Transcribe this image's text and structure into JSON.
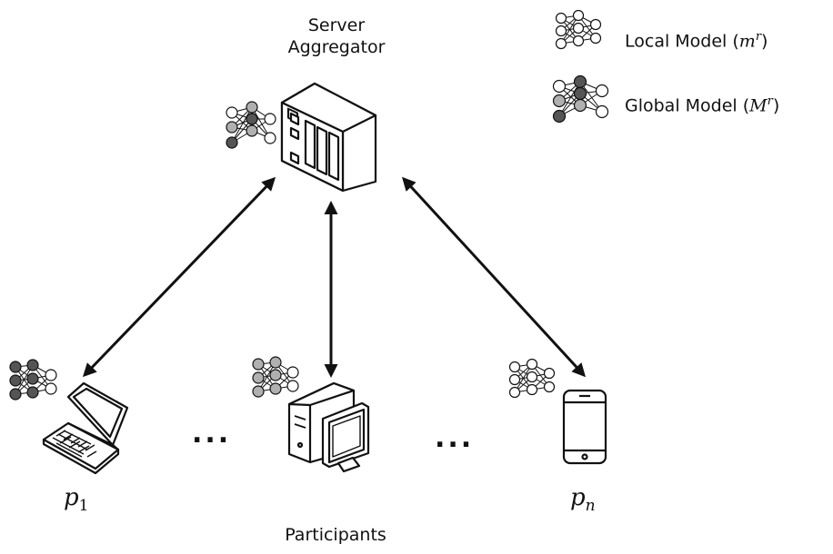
{
  "server": {
    "line1": "Server",
    "line2": "Aggregator"
  },
  "legend": {
    "local_text": "Local Model (",
    "local_symbol": "m",
    "local_sup": "r",
    "local_close": ")",
    "global_text": "Global Model (",
    "global_symbol": "M",
    "global_sup": "r",
    "global_close": ")"
  },
  "participants": {
    "label": "Participants",
    "first": {
      "symbol": "p",
      "sub": "1"
    },
    "last": {
      "symbol": "p",
      "sub": "n"
    },
    "ellipsis": "..."
  },
  "icons": {
    "server": "server-icon",
    "laptop": "laptop-icon",
    "desktop": "desktop-computer-icon",
    "phone": "smartphone-icon",
    "network": "neural-network-icon"
  },
  "colors": {
    "node_dark": "#555555",
    "node_mid": "#b0b0b0",
    "node_light": "#ffffff",
    "stroke": "#111111"
  }
}
